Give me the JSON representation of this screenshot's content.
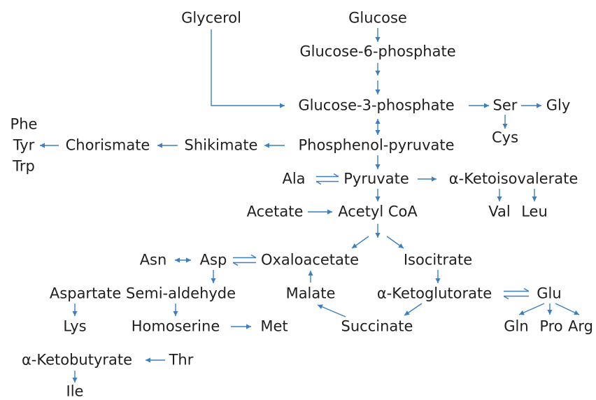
{
  "colors": {
    "arrow": "#3d7fc1",
    "text": "#1f1f1f",
    "background": "#ffffff"
  },
  "nodes": {
    "glycerol": "Glycerol",
    "glucose": "Glucose",
    "glucose6p": "Glucose-6-phosphate",
    "glucose3p": "Glucose-3-phosphate",
    "ser": "Ser",
    "gly": "Gly",
    "cys": "Cys",
    "phe": "Phe",
    "tyr": "Tyr",
    "trp": "Trp",
    "chorismate": "Chorismate",
    "shikimate": "Shikimate",
    "pep": "Phosphenol-pyruvate",
    "ala": "Ala",
    "pyruvate": "Pyruvate",
    "ketoisovalerate": "α-Ketoisovalerate",
    "val": "Val",
    "leu": "Leu",
    "acetate": "Acetate",
    "acetylcoa": "Acetyl CoA",
    "asn": "Asn",
    "asp": "Asp",
    "oxaloacetate": "Oxaloacetate",
    "isocitrate": "Isocitrate",
    "aspartate_semialdehyde": "Aspartate Semi-aldehyde",
    "malate": "Malate",
    "ketoglutarate": "α-Ketoglutorate",
    "glu": "Glu",
    "lys": "Lys",
    "homoserine": "Homoserine",
    "met": "Met",
    "succinate": "Succinate",
    "gln": "Gln",
    "pro": "Pro",
    "arg": "Arg",
    "ketobutyrate": "α-Ketobutyrate",
    "thr": "Thr",
    "ile": "Ile"
  }
}
